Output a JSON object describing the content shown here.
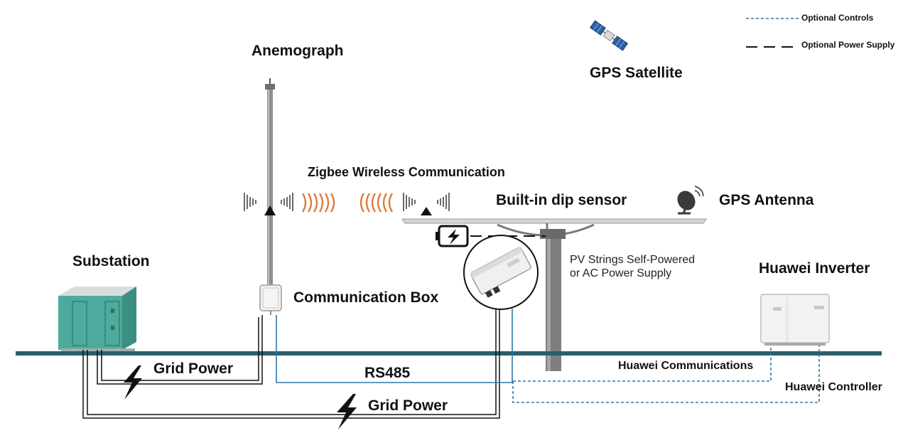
{
  "legend": {
    "optional_controls": "Optional Controls",
    "optional_power_supply": "Optional Power Supply"
  },
  "labels": {
    "anemograph": "Anemograph",
    "gps_satellite": "GPS Satellite",
    "zigbee": "Zigbee Wireless Communication",
    "dip_sensor": "Built-in dip sensor",
    "gps_antenna": "GPS Antenna",
    "substation": "Substation",
    "communication_box": "Communication Box",
    "pv_line1": "PV Strings Self-Powered",
    "pv_line2": "or AC Power Supply",
    "huawei_inverter": "Huawei Inverter",
    "grid_power_1": "Grid Power",
    "rs485": "RS485",
    "grid_power_2": "Grid Power",
    "huawei_comms": "Huawei Communications",
    "huawei_controller": "Huawei Controller"
  },
  "colors": {
    "ground": "#2a5f6b",
    "control_line": "#2e78a8",
    "substation": "#4cab9c",
    "zigbee_waves": "#e07a3c",
    "battery_border": "#111111"
  },
  "icons": {
    "satellite": "satellite-icon",
    "antenna": "satellite-dish-icon",
    "battery": "battery-charging-icon",
    "lightning": "lightning-bolt-icon"
  }
}
